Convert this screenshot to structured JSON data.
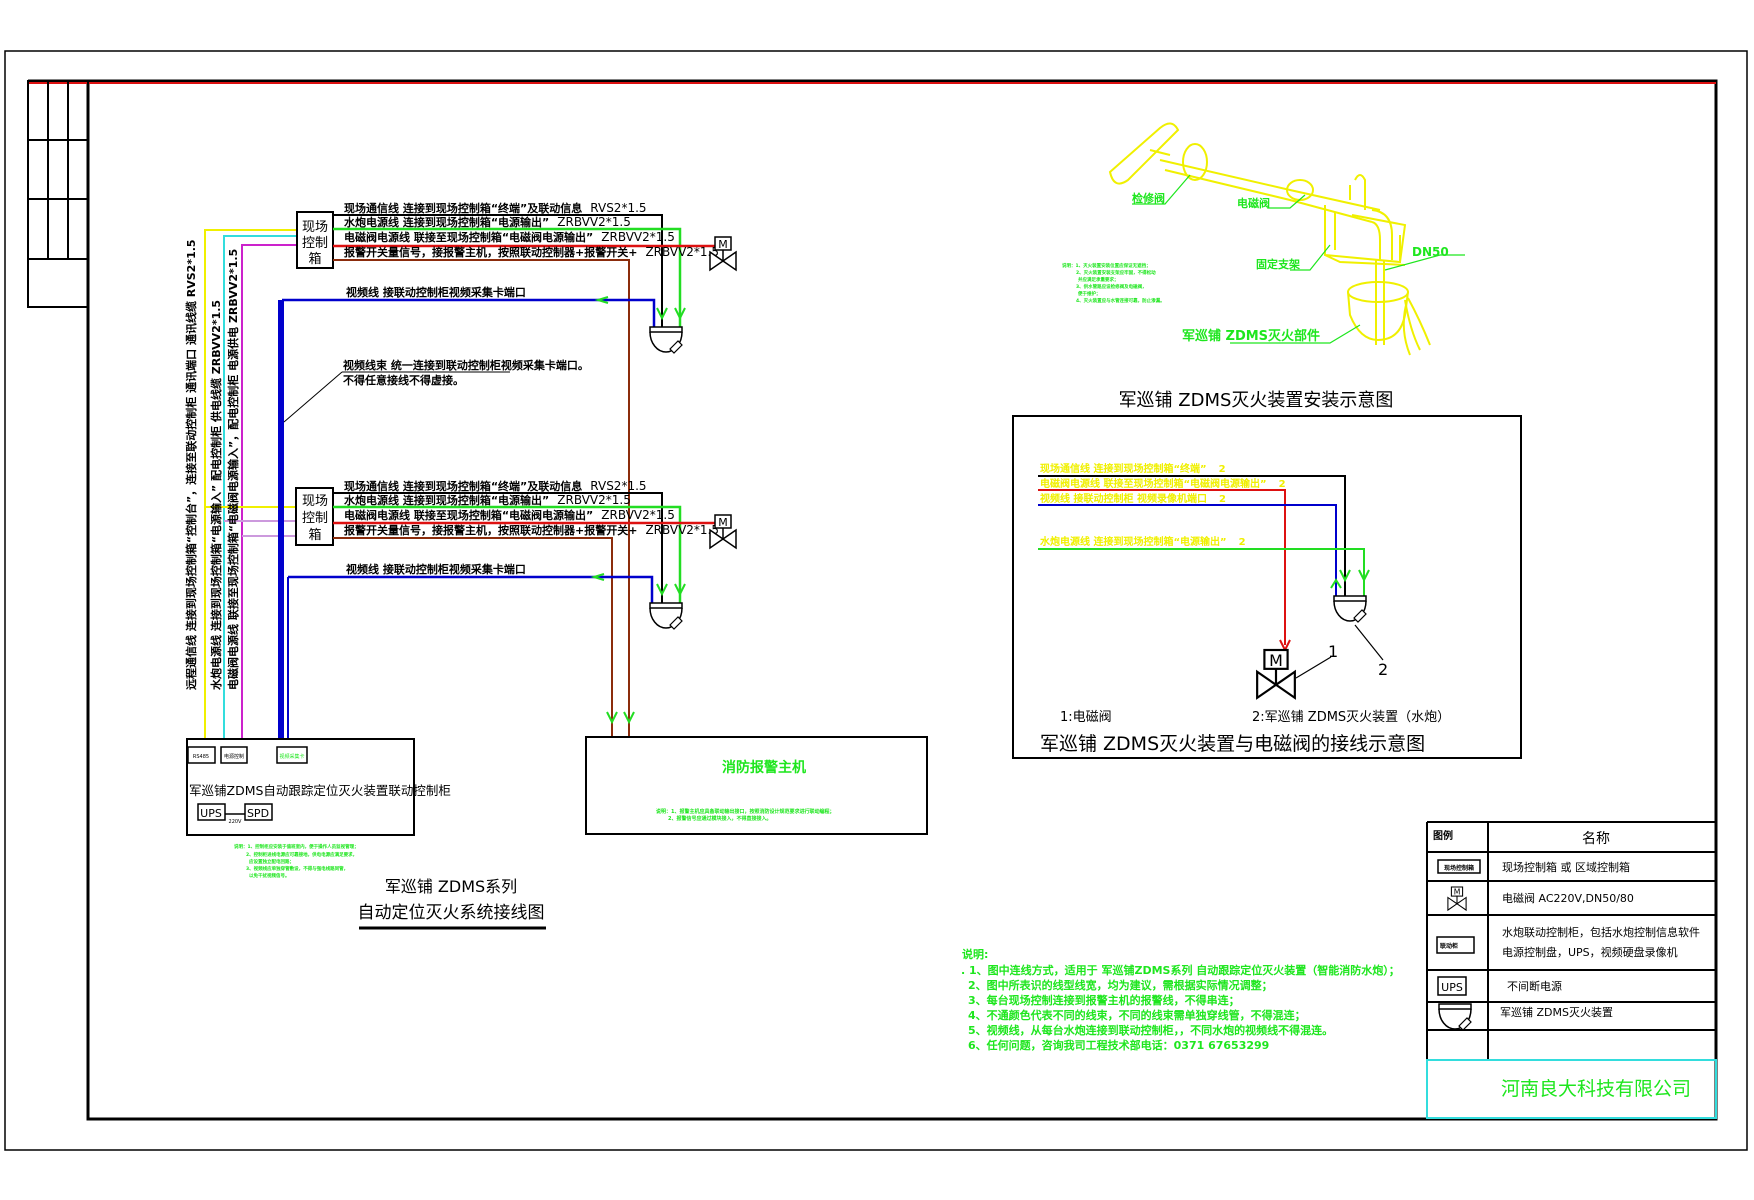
{
  "main_diagram": {
    "field_box_label": [
      "现场",
      "控制",
      "箱"
    ],
    "lines": [
      {
        "label": "现场通信线 连接到现场控制箱“终端”及联动信息",
        "spec": "RVS2*1.5",
        "color": "#000000"
      },
      {
        "label": "水炮电源线 连接到现场控制箱“电源输出”",
        "spec": "ZRBVV2*1.5",
        "color": "#22dd22"
      },
      {
        "label": "电磁阀电源线 联接至现场控制箱“电磁阀电源输出”",
        "spec": "ZRBVV2*1.5",
        "color": "#dd1111"
      },
      {
        "label": "报警开关量信号，接报警主机，按照联动控制器+报警开关+",
        "spec": "ZRBVV2*1.5",
        "color": "#8b2c0c"
      }
    ],
    "video_line_label": "视频线  接联动控制柜视频采集卡端口",
    "video_bundle_note": [
      "视频线束  统一连接到联动控制柜视频采集卡端口。",
      "不得任意接线不得虚接。"
    ],
    "vertical_labels": [
      "远程通信线 连接到现场控制箱“控制台”，连接至联动控制柜 通讯端口    通讯线缆  RVS2*1.5",
      "水炮电源线  连接到现场控制箱“电源输入”  配电控制柜  供电线缆  ZRBVV2*1.5",
      "电磁阀电源线  联接至现场控制箱“电磁阀电源输入”，配电控制柜  电源供电  ZRBVV2*1.5"
    ],
    "cabinet": {
      "title": "军巡铺ZDMS自动跟踪定位灭火装置联动控制柜",
      "ports": [
        "RS485",
        "电源控制",
        "视频采集卡"
      ],
      "ups": "UPS",
      "voltage": "220V",
      "spd": "SPD",
      "notes": [
        "说明：1、控制柜应安装于值班室内，便于操作人员监视管理；",
        "2、控制柜进线电源应可靠接地，供电电源应满足要求，",
        "应设置独立配电回路；",
        "3、视频线应单独穿管敷设，不得与强电线路同管，",
        "以免干扰视频信号。"
      ]
    },
    "alarm_host": {
      "title": "消防报警主机",
      "notes": [
        "说明：1、报警主机应具备联动输出接口，按照消防设计规范要求进行联动编程；",
        "2、报警信号应通过模块接入，不得直接接入。"
      ]
    },
    "title_line1": "军巡铺 ZDMS系列",
    "title_line2": "自动定位灭火系统接线图"
  },
  "install_diagram": {
    "labels": {
      "maintenance_valve": "检修阀",
      "solenoid_valve": "电磁阀",
      "bracket": "固定支架",
      "pipe_size": "DN50",
      "unit": "军巡铺 ZDMS灭火部件"
    },
    "notes": [
      "说明：1、灭火装置安装位置应保证无遮挡；",
      "2、灭火装置安装支架应牢固，不得松动",
      "并应满足承重要求；",
      "3、供水管路应设检修阀及电磁阀，",
      "便于维护；",
      "4、灭火装置应与水管连接可靠，防止渗漏。"
    ],
    "title": "军巡铺 ZDMS灭火装置安装示意图"
  },
  "wiring_diagram": {
    "lines": [
      {
        "label": "现场通信线 连接到现场控制箱“终端”",
        "num": "2"
      },
      {
        "label": "电磁阀电源线 联接至现场控制箱“电磁阀电源输出”",
        "num": "2"
      },
      {
        "label": "视频线 接联动控制柜 视频录像机端口",
        "num": "2"
      },
      {
        "label": "水炮电源线  连接到现场控制箱“电源输出”",
        "num": "2"
      }
    ],
    "callout_1": "1",
    "callout_2": "2",
    "caption_1": "1:电磁阀",
    "caption_2": "2:军巡铺 ZDMS灭火装置（水炮）",
    "title": "军巡铺 ZDMS灭火装置与电磁阀的接线示意图"
  },
  "notes": {
    "heading": "说明:",
    "items": [
      ". 1、图中连线方式，适用于 军巡铺ZDMS系列 自动跟踪定位灭火装置（智能消防水炮）；",
      "2、图中所表识的线型线宽，均为建议，需根据实际情况调整；",
      "3、每台现场控制连接到报警主机的报警线，不得串连；",
      "4、不通颜色代表不同的线束，不同的线束需单独穿线管，不得混连；",
      "5、视频线，从每台水炮连接到联动控制柜，，不同水炮的视频线不得混连。",
      "6、任何问题，咨询我司工程技术部电话：0371 67653299"
    ]
  },
  "legend": {
    "header_symbol": "图例",
    "header_name": "名称",
    "rows": [
      {
        "symbol": "现场控制箱",
        "name": "现场控制箱   或   区域控制箱"
      },
      {
        "symbol": "solenoid-valve",
        "name": "电磁阀    AC220V,DN50/80"
      },
      {
        "symbol": "联动柜",
        "name": [
          "水炮联动控制柜，包括水炮控制信息软件",
          "电源控制盘，UPS，视频硬盘录像机"
        ]
      },
      {
        "symbol": "UPS",
        "name": "不间断电源"
      },
      {
        "symbol": "nozzle",
        "name": "军巡铺  ZDMS灭火装置"
      }
    ],
    "company": "河南良大科技有限公司"
  },
  "colors": {
    "frame": "#000000",
    "top_rule": "#dd1111",
    "annotation": "#1ee61e",
    "install": "#f0f000",
    "company_border": "#33dddd",
    "video": "#0000cc"
  }
}
